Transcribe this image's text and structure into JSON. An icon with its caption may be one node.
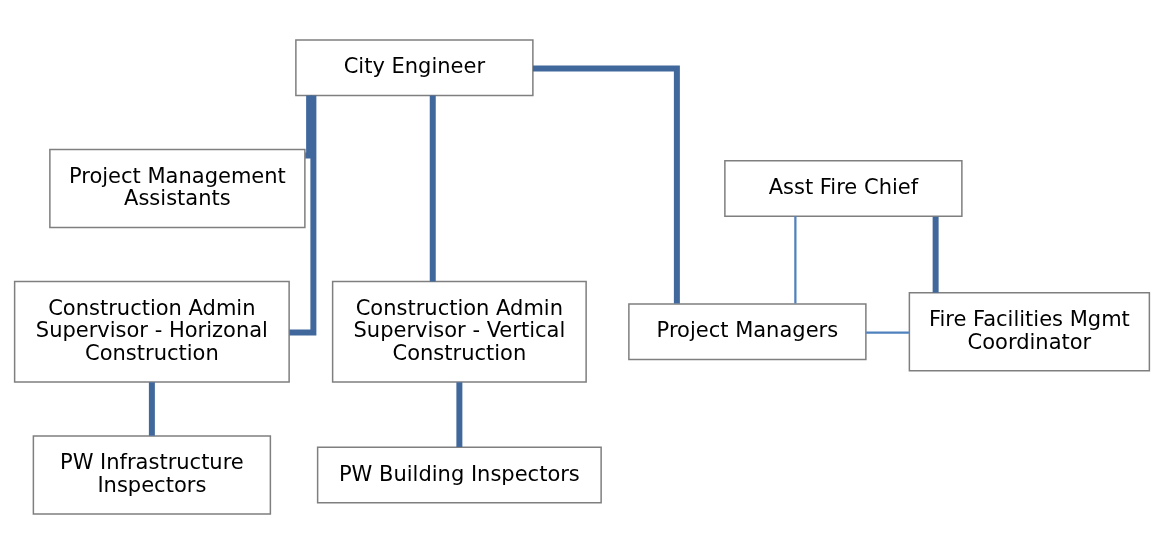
{
  "diagram": {
    "nodes": [
      {
        "text": [
          "City Engineer"
        ]
      },
      {
        "text": [
          "Project Management Assistants"
        ]
      },
      {
        "text": [
          "Construction Admin Supervisor - Horizonal Construction"
        ]
      },
      {
        "text": [
          "Construction Admin Supervisor - Vertical Construction"
        ]
      },
      {
        "text": [
          "Project Managers"
        ]
      },
      {
        "text": [
          "PW Infrastructure Inspectors"
        ]
      },
      {
        "text": [
          "PW Building Inspectors"
        ]
      },
      {
        "text": [
          "Asst Fire Chief"
        ]
      },
      {
        "text": [
          "Fire Facilities Mgmt Coordinator"
        ]
      }
    ],
    "edges": [
      {
        "from": 0,
        "to": 1,
        "arrow": "none"
      },
      {
        "from": 0,
        "to": 2,
        "arrow": "none"
      },
      {
        "from": 0,
        "to": 3,
        "arrow": "none"
      },
      {
        "from": 0,
        "to": 4,
        "arrow": "none"
      },
      {
        "from": 2,
        "to": 5,
        "arrow": "none"
      },
      {
        "from": 3,
        "to": 6,
        "arrow": "none"
      },
      {
        "from": 4,
        "to": 7,
        "arrow": "none",
        "color": "#4f81bd"
      },
      {
        "from": 4,
        "to": 8,
        "arrow": "none",
        "color": "#4f81bd"
      },
      {
        "from": 7,
        "to": 8,
        "arrow": "none"
      }
    ]
  }
}
